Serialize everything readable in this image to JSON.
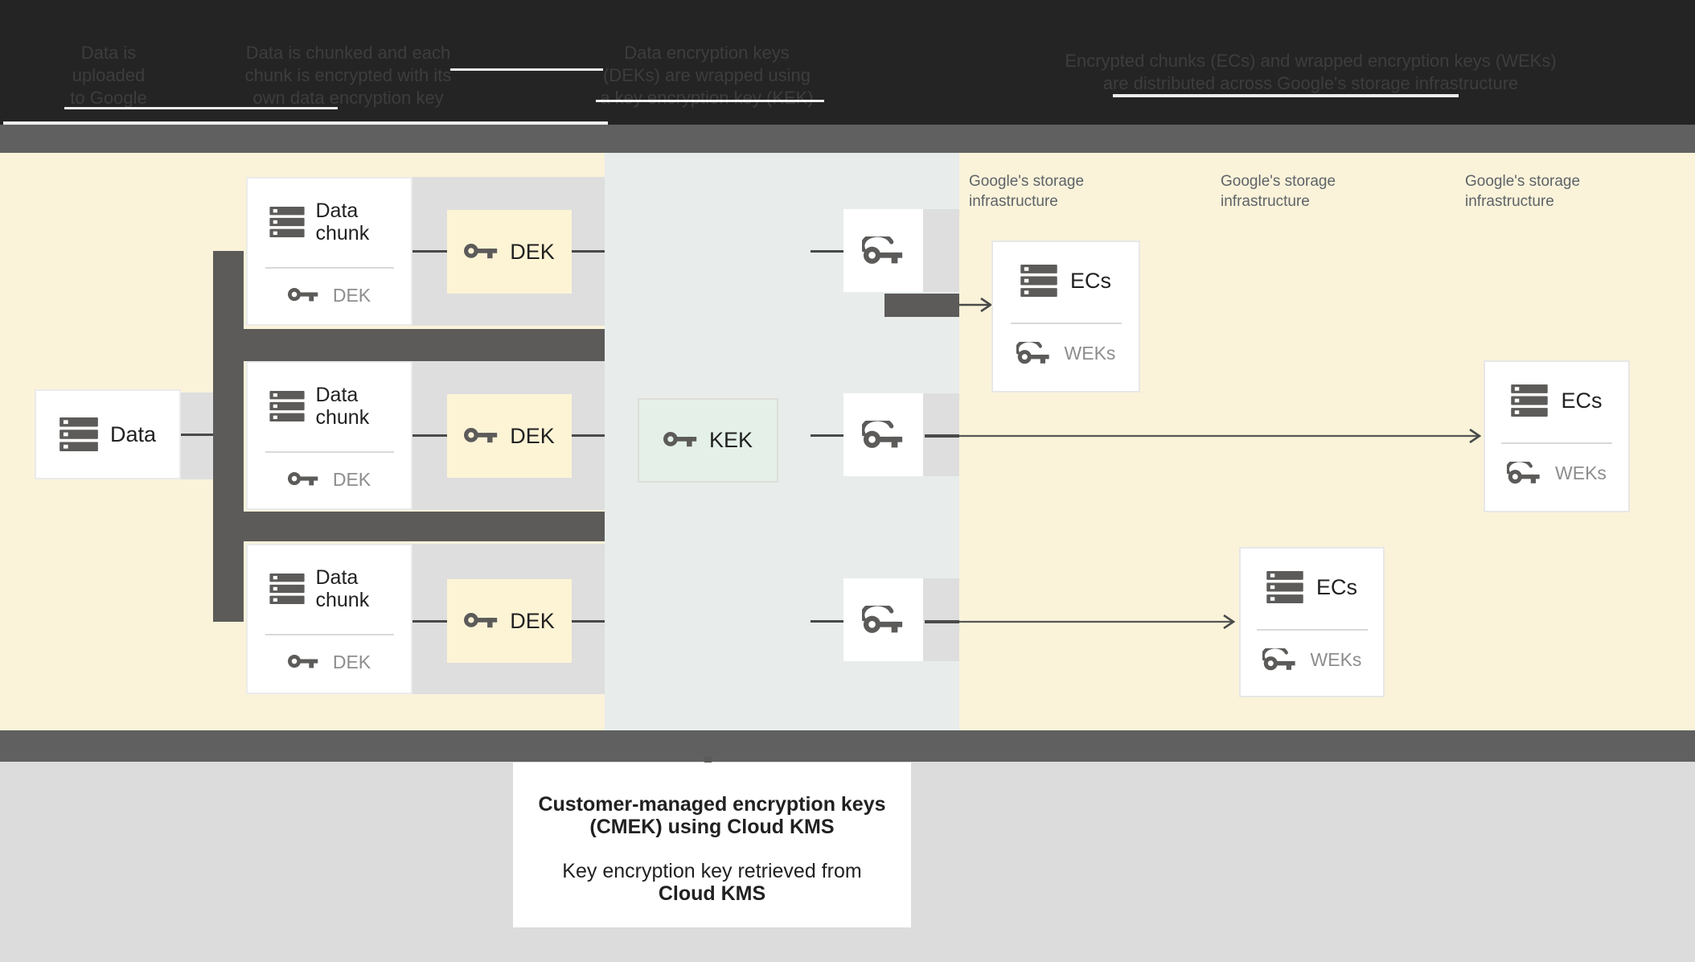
{
  "header": {
    "steps": [
      {
        "lines": [
          "Data is",
          "uploaded",
          "to Google"
        ]
      },
      {
        "lines": [
          "Data is chunked and each",
          "chunk is encrypted with its",
          "own data encryption key"
        ]
      },
      {
        "lines": [
          "Data encryption keys",
          "(DEKs) are wrapped using",
          "a key encryption key (KEK)"
        ]
      },
      {
        "lines": [
          "Encrypted chunks (ECs) and wrapped encryption keys (WEKs)",
          "are distributed across Google's storage infrastructure"
        ]
      }
    ]
  },
  "diagram": {
    "data_box": {
      "label": "Data"
    },
    "chunk_boxes": [
      {
        "label": "Data chunk",
        "key_label": "DEK"
      },
      {
        "label": "Data chunk",
        "key_label": "DEK"
      },
      {
        "label": "Data chunk",
        "key_label": "DEK"
      }
    ],
    "dek_boxes": [
      {
        "label": "DEK"
      },
      {
        "label": "DEK"
      },
      {
        "label": "DEK"
      }
    ],
    "kek_box": {
      "label": "KEK"
    },
    "ecs_boxes": [
      {
        "label": "ECs",
        "key_label": "WEKs"
      },
      {
        "label": "ECs",
        "key_label": "WEKs"
      },
      {
        "label": "ECs",
        "key_label": "WEKs"
      }
    ],
    "storage_labels": [
      {
        "line1": "Google's storage",
        "line2": "infrastructure"
      },
      {
        "line1": "Google's storage",
        "line2": "infrastructure"
      },
      {
        "line1": "Google's storage",
        "line2": "infrastructure"
      }
    ]
  },
  "caption": {
    "title_line1": "Customer-managed encryption keys",
    "title_line2": "(CMEK) using Cloud KMS",
    "body_line1": "Key encryption key retrieved from",
    "body_line2": "Cloud KMS"
  },
  "colors": {
    "header_bg": "#242424",
    "header_text": "#3d3d3d",
    "cream_bg": "#faf3da",
    "kms_zone_bg": "#e8edec",
    "dek_yellow": "#fdf4d6",
    "kek_green": "#e4f0e8",
    "dark_gray": "#5c5b59",
    "connector_gray": "#dedede",
    "band_gray": "#606060",
    "footer_bg": "#dcdcdc",
    "text_dark": "#212121",
    "text_gray": "#8d8d8d",
    "label_gray": "#5f6368"
  }
}
